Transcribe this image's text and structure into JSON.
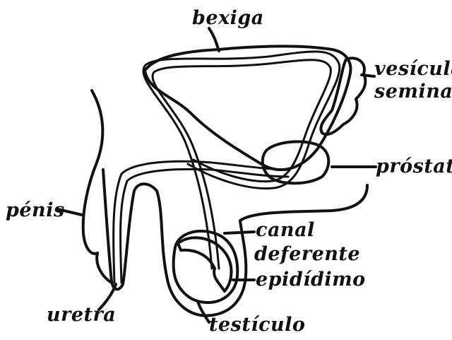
{
  "diagram": {
    "labels": {
      "bexiga": "bexiga",
      "vesicula_line1": "vesícula",
      "vesicula_line2": "seminal",
      "prostata": "próstata",
      "penis": "pénis",
      "canal_line1": "canal",
      "canal_line2": "deferente",
      "epididimo": "epidídimo",
      "uretra": "uretra",
      "testiculo": "testículo"
    },
    "ink_color": "#111111",
    "background_color": "#ffffff"
  }
}
